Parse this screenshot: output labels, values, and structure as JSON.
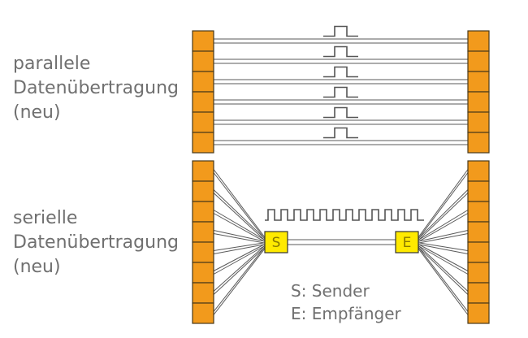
{
  "captions": {
    "parallel": {
      "line1": "parallele",
      "line2": "Datenübertragung",
      "line3": "(neu)"
    },
    "serial": {
      "line1": "serielle",
      "line2": "Datenübertragung",
      "line3": "(neu)"
    }
  },
  "boxes": {
    "sender_letter": "S",
    "receiver_letter": "E"
  },
  "legend": {
    "sender": "S:  Sender",
    "receiver": "E:  Empfänger"
  },
  "colors": {
    "connector_block": "#f29a1c",
    "connector_outline": "#4a3a1a",
    "box_fill": "#ffea00",
    "box_outline": "#333333",
    "wire": "#5a5a5a",
    "pulse": "#555555"
  },
  "counts": {
    "parallel_lines": 6,
    "serial_wires_per_side": 8
  }
}
